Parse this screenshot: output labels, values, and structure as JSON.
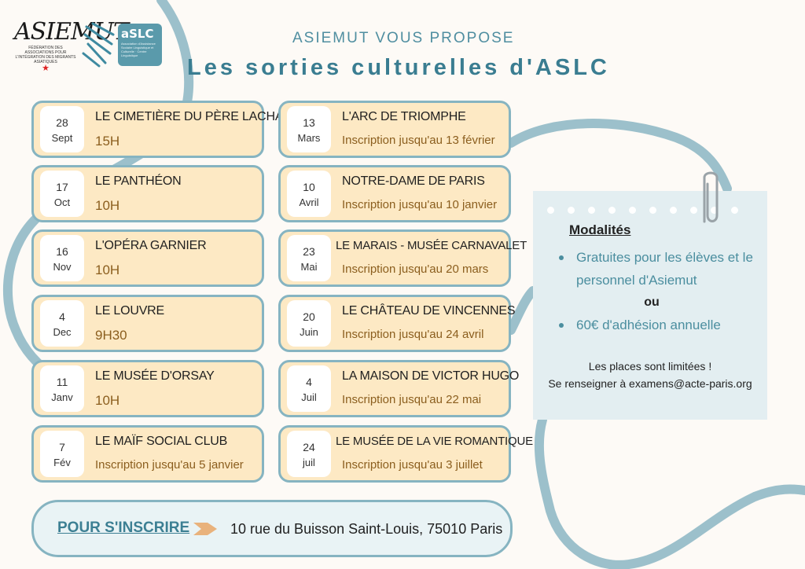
{
  "logos": {
    "asiemut": {
      "name": "ASIEMUT",
      "subtitle": "FÉDÉRATION DES ASSOCIATIONS POUR L'INTÉGRATION DES MIGRANTS ASIATIQUES",
      "star_icon": "star-icon"
    },
    "leaf_icon": "bamboo-leaf-icon",
    "aslc": {
      "name": "aSLC",
      "subtitle": "Association d'Assistance Scolaire Linguistique et Culturelle · Centre Linguistique"
    }
  },
  "header": {
    "subtitle": "ASIEMUT VOUS PROPOSE",
    "title": "Les sorties culturelles d'ASLC"
  },
  "events_left": [
    {
      "day": "28",
      "month": "Sept",
      "title": "LE CIMETIÈRE DU PÈRE LACHAISE",
      "info": "15H"
    },
    {
      "day": "17",
      "month": "Oct",
      "title": "LE PANTHÉON",
      "info": "10H"
    },
    {
      "day": "16",
      "month": "Nov",
      "title": "L'OPÉRA GARNIER",
      "info": "10H"
    },
    {
      "day": "4",
      "month": "Dec",
      "title": "LE LOUVRE",
      "info": "9H30"
    },
    {
      "day": "11",
      "month": "Janv",
      "title": "LE MUSÉE D'ORSAY",
      "info": "10H"
    },
    {
      "day": "7",
      "month": "Fév",
      "title": "LE MAÏF SOCIAL CLUB",
      "info": "Inscription jusqu'au 5 janvier"
    }
  ],
  "events_right": [
    {
      "day": "13",
      "month": "Mars",
      "title": "L'ARC DE TRIOMPHE",
      "info": "Inscription jusqu'au 13 février"
    },
    {
      "day": "10",
      "month": "Avril",
      "title": "NOTRE-DAME DE PARIS",
      "info": "Inscription jusqu'au 10 janvier"
    },
    {
      "day": "23",
      "month": "Mai",
      "title": "LE MARAIS - MUSÉE CARNAVALET",
      "info": "Inscription jusqu'au 20 mars"
    },
    {
      "day": "20",
      "month": "Juin",
      "title": "LE CHÂTEAU DE VINCENNES",
      "info": "Inscription jusqu'au 24 avril"
    },
    {
      "day": "4",
      "month": "Juil",
      "title": "LA MAISON DE VICTOR HUGO",
      "info": "Inscription jusqu'au 22 mai"
    },
    {
      "day": "24",
      "month": "juil",
      "title": "LE MUSÉE DE LA VIE ROMANTIQUE",
      "info": "Inscription jusqu'au 3 juillet"
    }
  ],
  "modalites": {
    "title": "Modalités",
    "option1": "Gratuites pour les élèves et le personnel d'Asiemut",
    "or": "ou",
    "option2": "60€ d'adhésion annuelle",
    "limited": "Les places sont limitées !",
    "contact": "Se renseigner à examens@acte-paris.org",
    "clip_icon": "paperclip-icon"
  },
  "footer": {
    "link_label": "POUR S'INSCRIRE",
    "arrow_icon": "chevron-right-icon",
    "address": "10 rue du Buisson Saint-Louis, 75010 Paris"
  },
  "colors": {
    "accent": "#3a7d91",
    "card_fill": "#fde9c4",
    "card_border": "#86b4c1",
    "info_text": "#8b5e1e",
    "note_fill": "#e3eef1",
    "arrow": "#e9b27c"
  }
}
